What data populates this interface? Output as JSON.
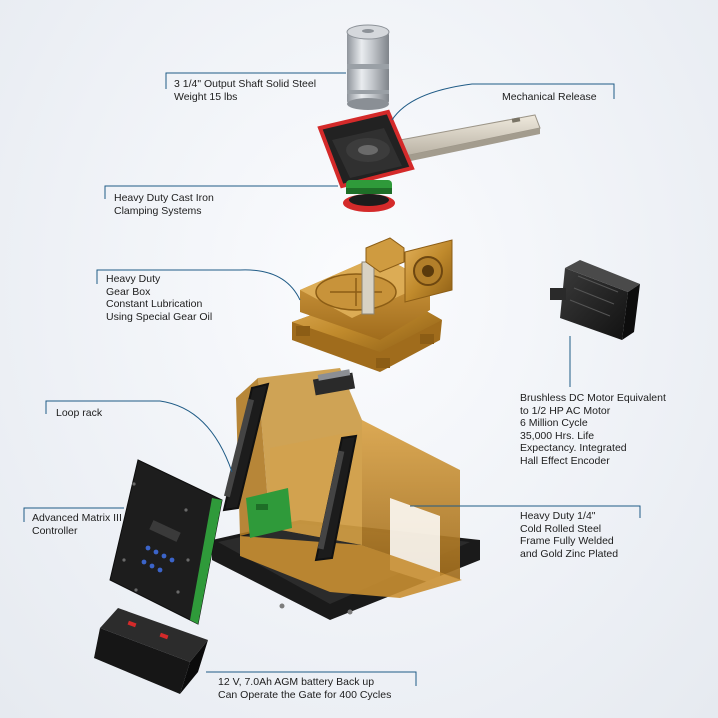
{
  "callouts": {
    "output_shaft": "3 1/4\" Output Shaft Solid Steel\nWeight 15 lbs",
    "mechanical_release": "Mechanical Release",
    "clamping": "Heavy Duty Cast Iron\nClamping Systems",
    "gear_box": "Heavy Duty\nGear Box\nConstant Lubrication\nUsing Special Gear Oil",
    "motor": "Brushless DC Motor Equivalent\nto 1/2 HP AC Motor\n6 Million Cycle\n35,000 Hrs. Life\nExpectancy. Integrated\nHall Effect Encoder",
    "loop_rack": "Loop rack",
    "controller": "Advanced Matrix III\nController",
    "frame": "Heavy Duty 1/4\"\nCold Rolled Steel\nFrame Fully Welded\nand Gold Zinc Plated",
    "battery": "12 V, 7.0Ah  AGM battery Back up\nCan Operate the Gate for 400 Cycles"
  },
  "colors": {
    "leader_line": "#1f5b86",
    "gold": "#c9912f",
    "gold_dark": "#8a5b12",
    "red": "#d42a2a",
    "green": "#2f9a3a",
    "black": "#1c1c1c"
  },
  "components": [
    "output-shaft",
    "mechanical-release-arm",
    "clamping-system",
    "gear-box",
    "brushless-motor",
    "loop-rack",
    "matrix-controller",
    "steel-frame",
    "agm-battery"
  ]
}
